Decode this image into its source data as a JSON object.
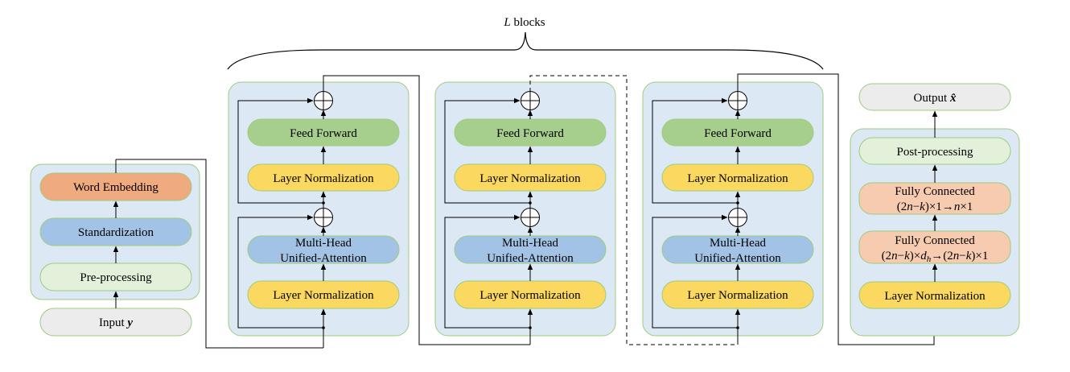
{
  "title": {
    "symbol": "L",
    "text": " blocks"
  },
  "colors": {
    "panel_fill": "#dde8f5",
    "panel_stroke": "#9ccc7c",
    "pill_stroke": "#9ccc7c",
    "word_embedding": "#f0aa80",
    "standardization": "#a3c3e6",
    "light_green": "#e3f1db",
    "grey": "#ececec",
    "feed_forward": "#a6cf8d",
    "layer_norm": "#fbd85f",
    "attention": "#a3c3e6",
    "fully_connected": "#f7cbb0"
  },
  "input_stage": {
    "word_embedding": "Word Embedding",
    "standardization": "Standardization",
    "pre_processing": "Pre-processing",
    "input_label": "Input ",
    "input_symbol": "y"
  },
  "blocks": [
    {
      "feed_forward": "Feed Forward",
      "layer_norm_top": "Layer Normalization",
      "attention_line1": "Multi-Head",
      "attention_line2": "Unified-Attention",
      "layer_norm_bottom": "Layer Normalization"
    },
    {
      "feed_forward": "Feed Forward",
      "layer_norm_top": "Layer Normalization",
      "attention_line1": "Multi-Head",
      "attention_line2": "Unified-Attention",
      "layer_norm_bottom": "Layer Normalization"
    },
    {
      "feed_forward": "Feed Forward",
      "layer_norm_top": "Layer Normalization",
      "attention_line1": "Multi-Head",
      "attention_line2": "Unified-Attention",
      "layer_norm_bottom": "Layer Normalization"
    }
  ],
  "output_stage": {
    "output_label": "Output ",
    "output_symbol": "x̂",
    "post_processing": "Post-processing",
    "fc1_title": "Fully Connected",
    "fc1_formula": "(2n−k)×1→n×1",
    "fc2_title": "Fully Connected",
    "fc2_formula": "(2n−k)×dh→(2n−k)×1",
    "layer_norm": "Layer Normalization"
  }
}
